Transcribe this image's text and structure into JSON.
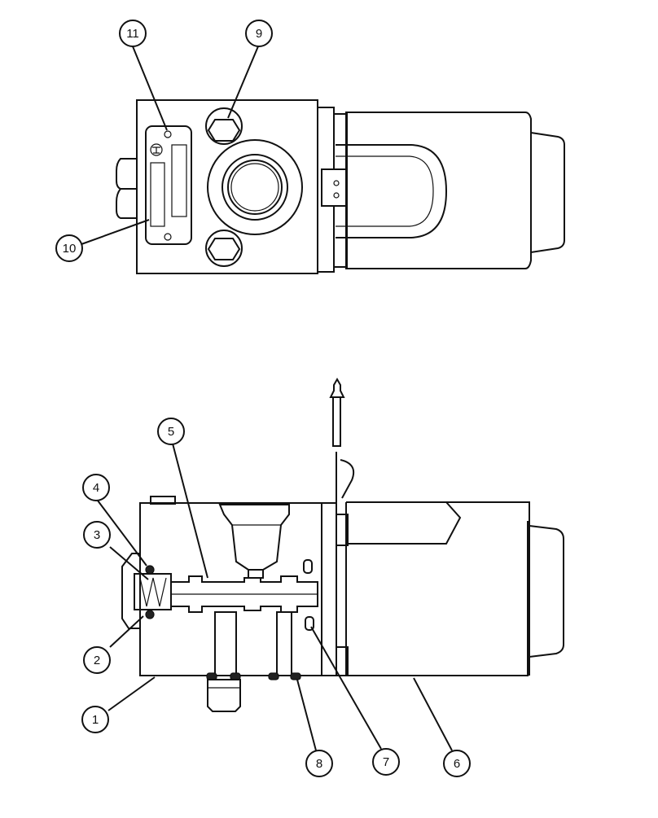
{
  "callouts": [
    {
      "id": "callout-1",
      "label": "1"
    },
    {
      "id": "callout-2",
      "label": "2"
    },
    {
      "id": "callout-3",
      "label": "3"
    },
    {
      "id": "callout-4",
      "label": "4"
    },
    {
      "id": "callout-5",
      "label": "5"
    },
    {
      "id": "callout-6",
      "label": "6"
    },
    {
      "id": "callout-7",
      "label": "7"
    },
    {
      "id": "callout-8",
      "label": "8"
    },
    {
      "id": "callout-9",
      "label": "9"
    },
    {
      "id": "callout-10",
      "label": "10"
    },
    {
      "id": "callout-11",
      "label": "11"
    }
  ],
  "colors": {
    "ink": "#111111",
    "paper": "#ffffff"
  }
}
